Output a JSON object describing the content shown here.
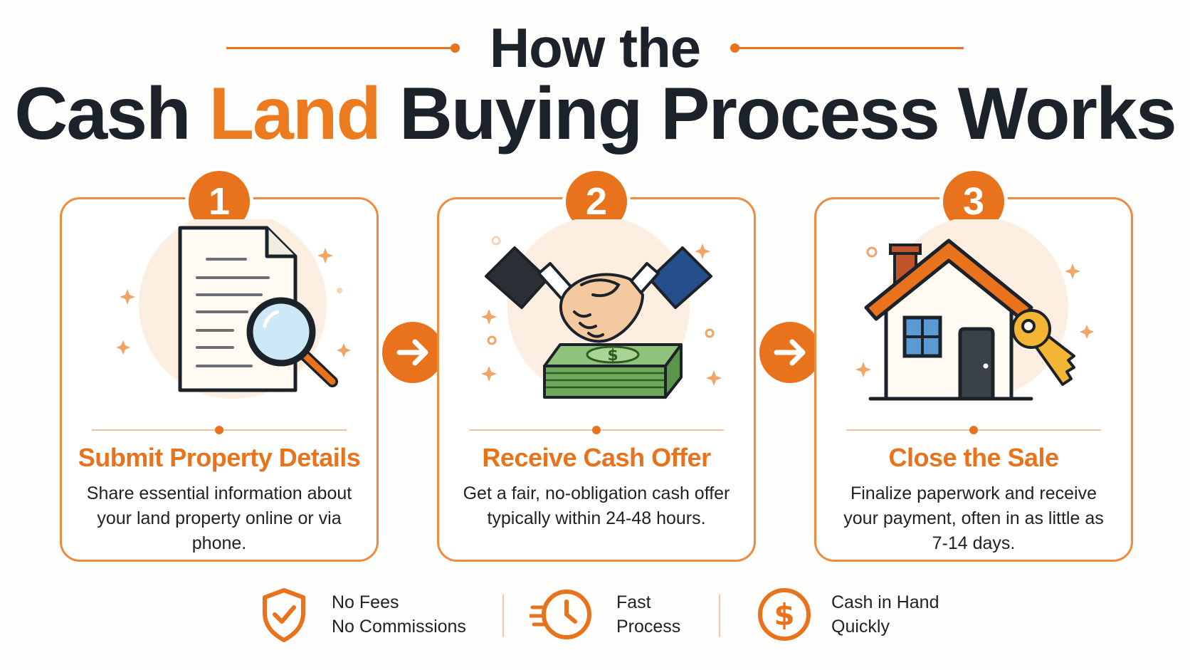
{
  "title": {
    "line1": "How the",
    "line2_pre": "Cash",
    "line2_highlight": "Land",
    "line2_post": "Buying Process Works"
  },
  "steps": [
    {
      "number": "1",
      "title": "Submit Property Details",
      "desc": "Share essential information about your land property online or via phone.",
      "icon": "document-magnifier-icon"
    },
    {
      "number": "2",
      "title": "Receive Cash Offer",
      "desc": "Get a fair, no-obligation cash offer typically within 24-48 hours.",
      "icon": "handshake-money-icon"
    },
    {
      "number": "3",
      "title": "Close the Sale",
      "desc": "Finalize paperwork and receive your payment, often in as little as 7-14 days.",
      "icon": "house-key-icon"
    }
  ],
  "features": [
    {
      "line1": "No Fees",
      "line2": "No Commissions",
      "icon": "shield-check-icon"
    },
    {
      "line1": "Fast",
      "line2": "Process",
      "icon": "fast-clock-icon"
    },
    {
      "line1": "Cash in Hand",
      "line2": "Quickly",
      "icon": "dollar-coin-icon"
    }
  ],
  "colors": {
    "accent": "#e8731c",
    "dark": "#1c2229"
  }
}
